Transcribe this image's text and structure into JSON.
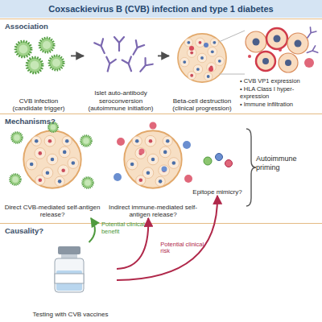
{
  "diagram": {
    "title": "Coxsackievirus B (CVB) infection and type 1 diabetes",
    "nodes": [
      {
        "text": [
          "Association"
        ]
      },
      {
        "text": [
          "CVB infection (candidate trigger)"
        ],
        "in": 0
      },
      {
        "text": [
          "Islet auto-antibody seroconversion (autoimmune initiation)"
        ],
        "in": 0
      },
      {
        "text": [
          "Beta-cell destruction (clinical progression)"
        ],
        "in": 0
      },
      {
        "text": [
          "Mechanisms?"
        ]
      },
      {
        "text": [
          "Direct CVB-mediated self-antigen release?"
        ],
        "in": 4
      },
      {
        "text": [
          "Indirect immune-mediated self-antigen release?"
        ],
        "in": 4
      },
      {
        "text": [
          "Epitope mimicry?"
        ],
        "in": 4
      },
      {
        "text": [
          "Causality?"
        ]
      },
      {
        "text": [
          "Testing with CVB vaccines"
        ],
        "in": 8
      }
    ],
    "edges": [
      {
        "from": 1,
        "to": 2,
        "arrow": "to"
      },
      {
        "from": 2,
        "to": 3,
        "arrow": "to"
      },
      {
        "from": 9,
        "to": 5,
        "arrow": "to",
        "label": "Potential clinical benefit"
      },
      {
        "from": 9,
        "to": 6,
        "arrow": "to",
        "label": "Potential clinical risk"
      },
      {
        "from": 9,
        "to": 7,
        "arrow": "to"
      }
    ],
    "labels": [
      "• CVB VP1 expression",
      "• HLA Class I hyper-expression",
      "• Immune infiltration",
      "Autoimmune priming"
    ]
  }
}
